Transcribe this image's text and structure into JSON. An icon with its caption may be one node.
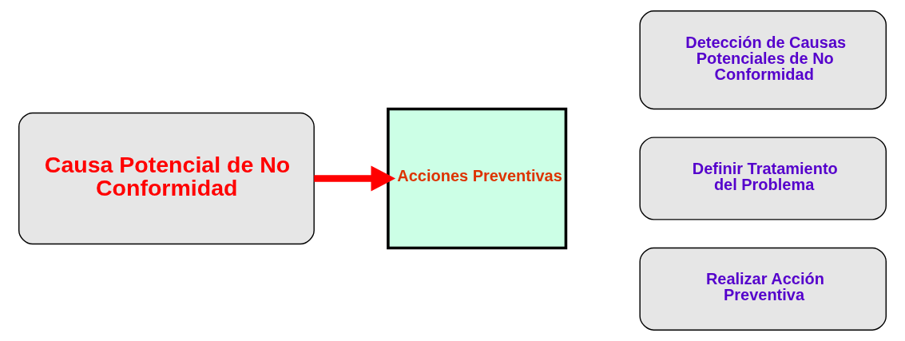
{
  "diagram": {
    "nodes": [
      {
        "text": [
          "Causa Potencial de No Conformidad"
        ]
      },
      {
        "text": [
          "Acciones Preventivas"
        ]
      },
      {
        "text": [
          "Detección de Causas Potenciales de No Conformidad"
        ]
      },
      {
        "text": [
          "Definir Tratamiento del Problema"
        ]
      },
      {
        "text": [
          "Realizar Acción Preventiva"
        ]
      }
    ],
    "edges": [
      {
        "from": 0,
        "to": 1,
        "arrow": "to",
        "color": "#ff0000"
      }
    ]
  }
}
